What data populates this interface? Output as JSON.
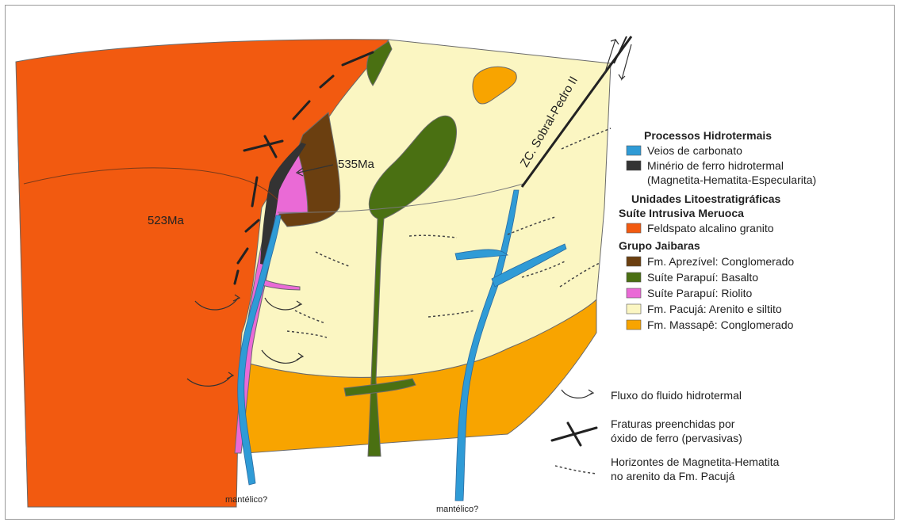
{
  "colors": {
    "granite": "#f25a10",
    "conglomerate_aprezivel": "#6b3f10",
    "basalt": "#4a7012",
    "rhyolite": "#ea6ad6",
    "arenite": "#fbf6c2",
    "massape": "#f8a400",
    "carbonate": "#2f9bd6",
    "iron_ore": "#333333"
  },
  "diagram": {
    "age_granite": "523Ma",
    "age_ore": "535Ma",
    "shear_zone": "ZC. Sobral-Pedro II",
    "source_left": "mantélico?",
    "source_right": "mantélico?"
  },
  "legend": {
    "hydro_title": "Processos Hidrotermais",
    "carbonate": "Veios de carbonato",
    "iron_ore_line1": "Minério de ferro hidrotermal",
    "iron_ore_line2": "(Magnetita-Hematita-Especularita)",
    "units_title": "Unidades Litoestratigráficas",
    "suite_meruoca": "Suíte Intrusiva Meruoca",
    "granite": "Feldspato alcalino granito",
    "grupo_jaibaras": "Grupo Jaibaras",
    "aprezivel": "Fm. Aprezível: Conglomerado",
    "basalt": "Suíte Parapuí: Basalto",
    "rhyolite": "Suíte Parapuí: Riolito",
    "pacuja": "Fm. Pacujá: Arenito e siltito",
    "massape": "Fm. Massapê: Conglomerado",
    "flow": "Fluxo do fluido hidrotermal",
    "fractures_line1": "Fraturas preenchidas por",
    "fractures_line2": "óxido de ferro (pervasivas)",
    "horizons_line1": "Horizontes de Magnetita-Hematita",
    "horizons_line2": "no arenito da Fm. Pacujá"
  }
}
